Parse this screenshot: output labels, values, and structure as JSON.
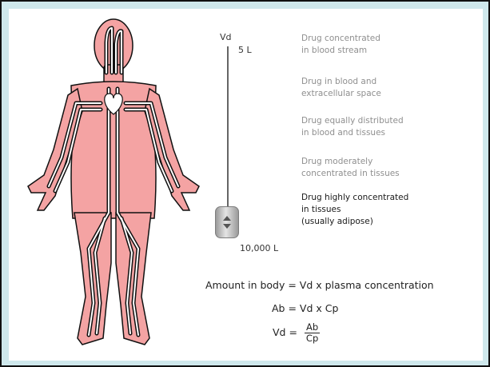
{
  "scale": {
    "label": "Vd",
    "min_label": "5 L",
    "max_label": "10,000 L",
    "slider_level": 1.0
  },
  "descriptions": [
    {
      "text": "Drug concentrated\nin blood stream",
      "active": false
    },
    {
      "text": "Drug in blood and\nextracellular space",
      "active": false
    },
    {
      "text": "Drug equally distributed\nin blood and tissues",
      "active": false
    },
    {
      "text": "Drug moderately\nconcentrated in tissues",
      "active": false
    },
    {
      "text": "Drug highly concentrated\nin tissues\n(usually adipose)",
      "active": true
    }
  ],
  "equations": {
    "line1": "Amount in body = Vd x plasma concentration",
    "line2": "Ab = Vd x Cp",
    "line3_lhs": "Vd =",
    "line3_num": "Ab",
    "line3_den": "Cp"
  },
  "colors": {
    "body_fill": "#f4a3a3",
    "body_outline": "#111111",
    "vessel": "#ffffff",
    "heart": "#ffffff"
  },
  "icons": {
    "slider_thumb": "up-down-arrows-icon"
  }
}
